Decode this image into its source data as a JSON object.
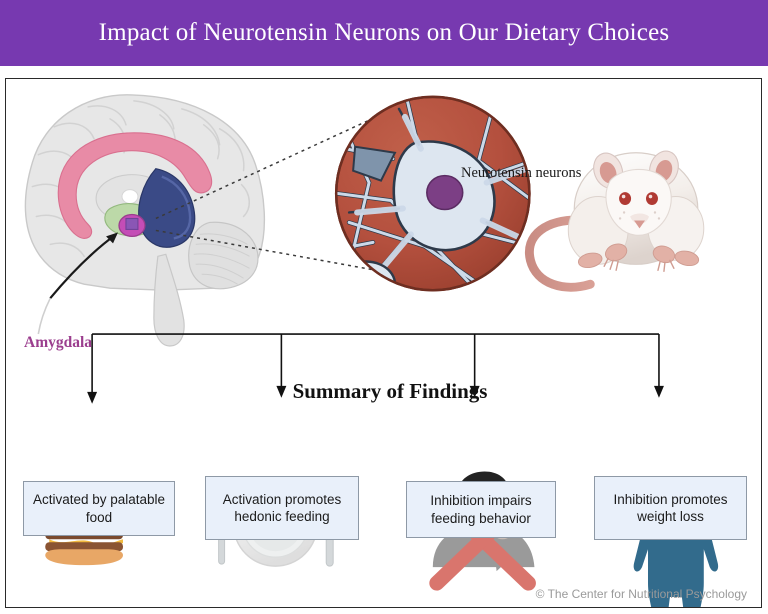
{
  "banner": {
    "title": "Impact of Neurotensin Neurons on Our Dietary Choices",
    "background_color": "#7739b0",
    "text_color": "#ffffff"
  },
  "diagram": {
    "brain_label": "Amygdala",
    "brain_label_color": "#9b3e8e",
    "neuron_label": "Neurotensin neurons",
    "section_heading": "Summary of Findings"
  },
  "findings": [
    {
      "text": "Activated by palatable food",
      "icon": "hamburger-icon"
    },
    {
      "text": "Activation promotes hedonic feeding",
      "icon": "empty-plate-icon"
    },
    {
      "text": "Inhibition  impairs feeding behavior",
      "icon": "no-eating-icon"
    },
    {
      "text": "Inhibition promotes weight loss",
      "icon": "obese-person-icon"
    }
  ],
  "style": {
    "box_fill": "#e9f0fa",
    "box_border": "#8e99a6",
    "amygdala_color": "#a93ba0",
    "corpus_callosum_color": "#e48ba8",
    "hippocampus_color": "#3a4a86",
    "neuron_bg_color": "#b4503e",
    "neuron_body_color": "#ccd9e8",
    "neuron_nucleus_color": "#7c3f85",
    "x_mark_color": "#d9756d",
    "obese_figure_color": "#326b8c"
  },
  "footer": {
    "copyright": "© The Center for Nutritional Psychology"
  }
}
